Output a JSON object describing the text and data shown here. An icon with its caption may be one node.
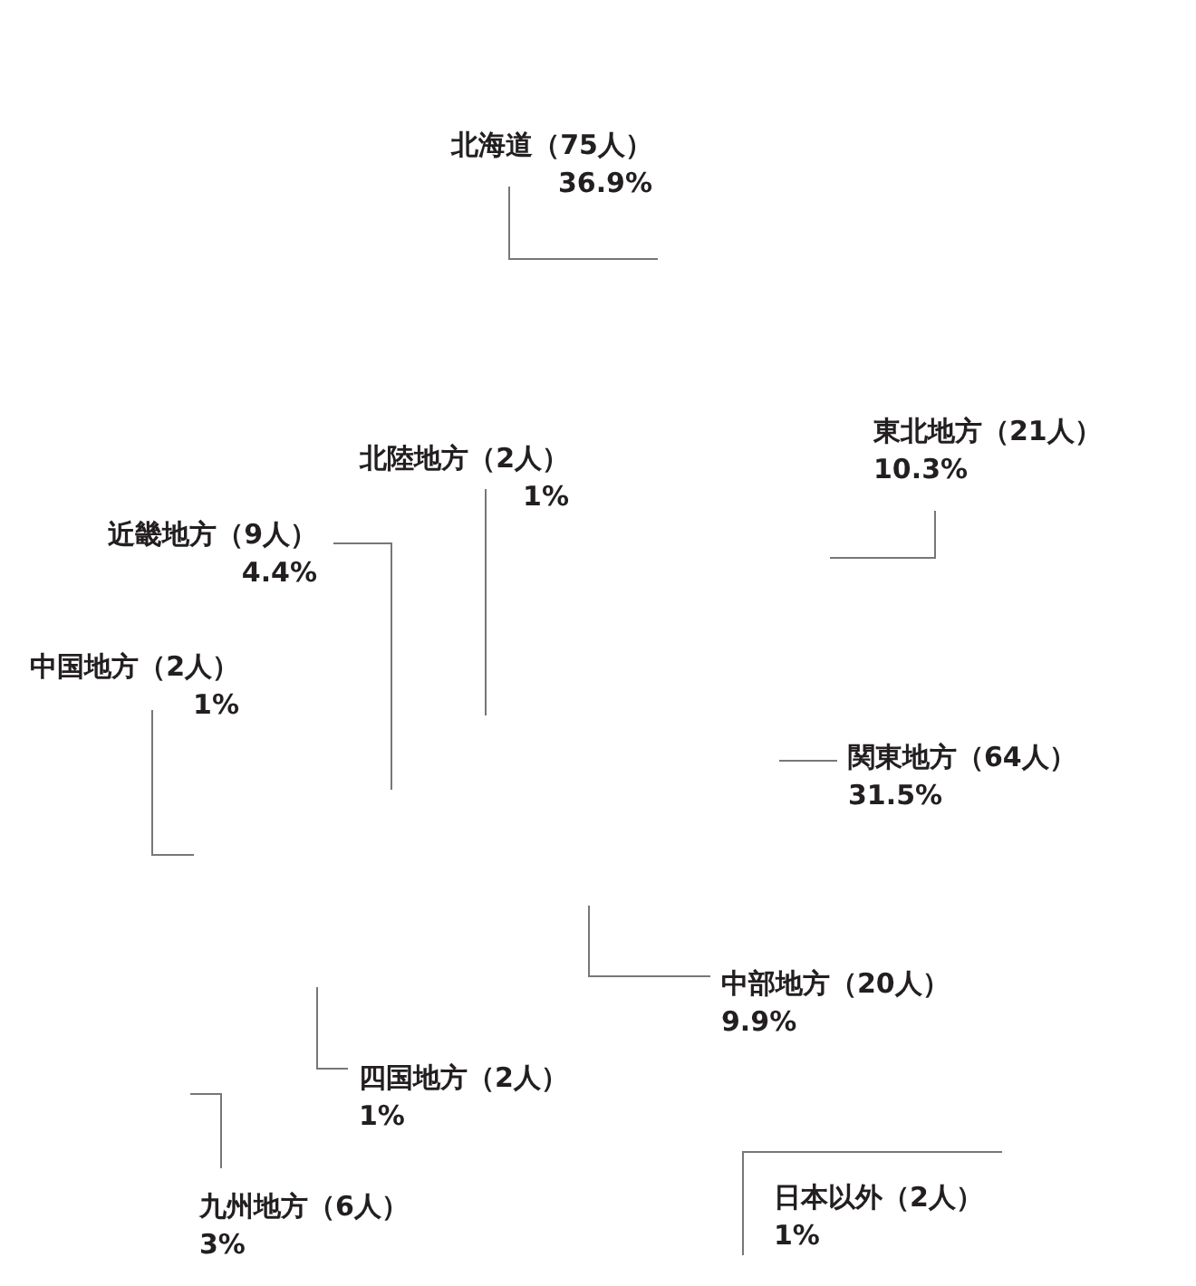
{
  "diagram": {
    "nodes": [
      {
        "text": [
          "北海道（75人）",
          "36.9%"
        ]
      },
      {
        "text": [
          "東北地方（21人）",
          "10.3%"
        ]
      },
      {
        "text": [
          "北陸地方（2人）",
          "1%"
        ]
      },
      {
        "text": [
          "近畿地方（9人）",
          "4.4%"
        ]
      },
      {
        "text": [
          "中国地方（2人）",
          "1%"
        ]
      },
      {
        "text": [
          "関東地方（64人）",
          "31.5%"
        ]
      },
      {
        "text": [
          "中部地方（20人）",
          "9.9%"
        ]
      },
      {
        "text": [
          "四国地方（2人）",
          "1%"
        ]
      },
      {
        "text": [
          "九州地方（6人）",
          "3%"
        ]
      },
      {
        "text": [
          "日本以外（2人）",
          "1%"
        ]
      }
    ],
    "edges": [
      {
        "from": 0,
        "to": null,
        "arrow": "none"
      },
      {
        "from": 1,
        "to": null,
        "arrow": "none"
      },
      {
        "from": 2,
        "to": null,
        "arrow": "none"
      },
      {
        "from": 3,
        "to": null,
        "arrow": "none"
      },
      {
        "from": 4,
        "to": null,
        "arrow": "none"
      },
      {
        "from": 5,
        "to": null,
        "arrow": "none"
      },
      {
        "from": 6,
        "to": null,
        "arrow": "none"
      },
      {
        "from": 7,
        "to": null,
        "arrow": "none"
      },
      {
        "from": 8,
        "to": null,
        "arrow": "none"
      },
      {
        "from": 9,
        "to": null,
        "arrow": "none"
      }
    ]
  }
}
